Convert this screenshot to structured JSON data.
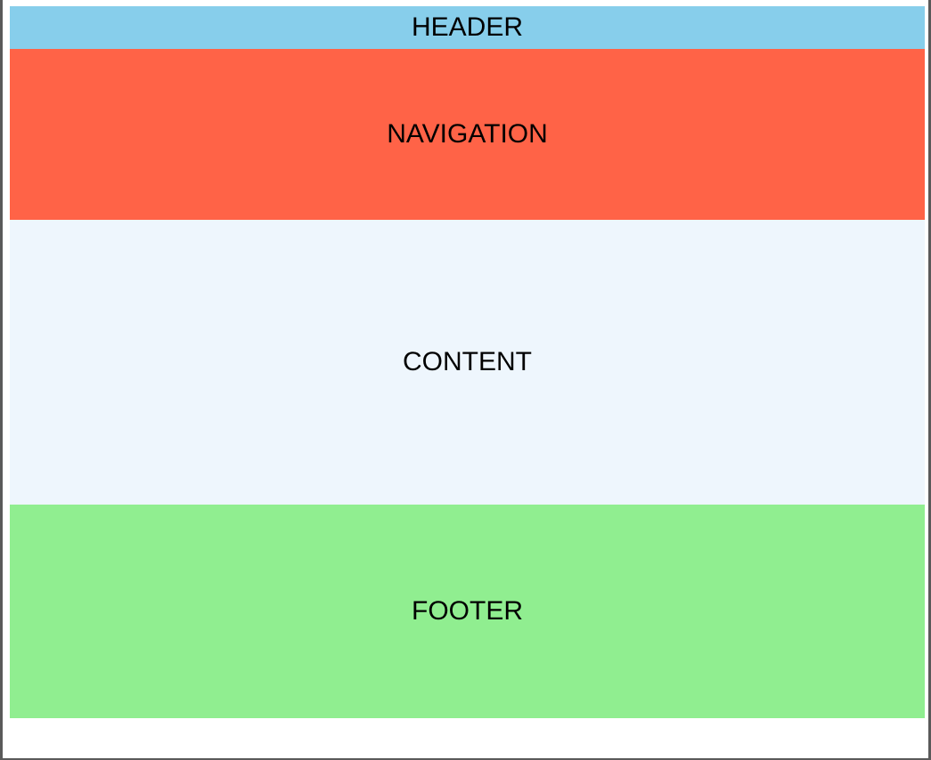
{
  "sections": {
    "header": {
      "label": "HEADER",
      "color": "#87CEEB"
    },
    "navigation": {
      "label": "NAVIGATION",
      "color": "#FF6347"
    },
    "content": {
      "label": "CONTENT",
      "color": "#EEF6FD"
    },
    "footer": {
      "label": "FOOTER",
      "color": "#90EE90"
    }
  }
}
